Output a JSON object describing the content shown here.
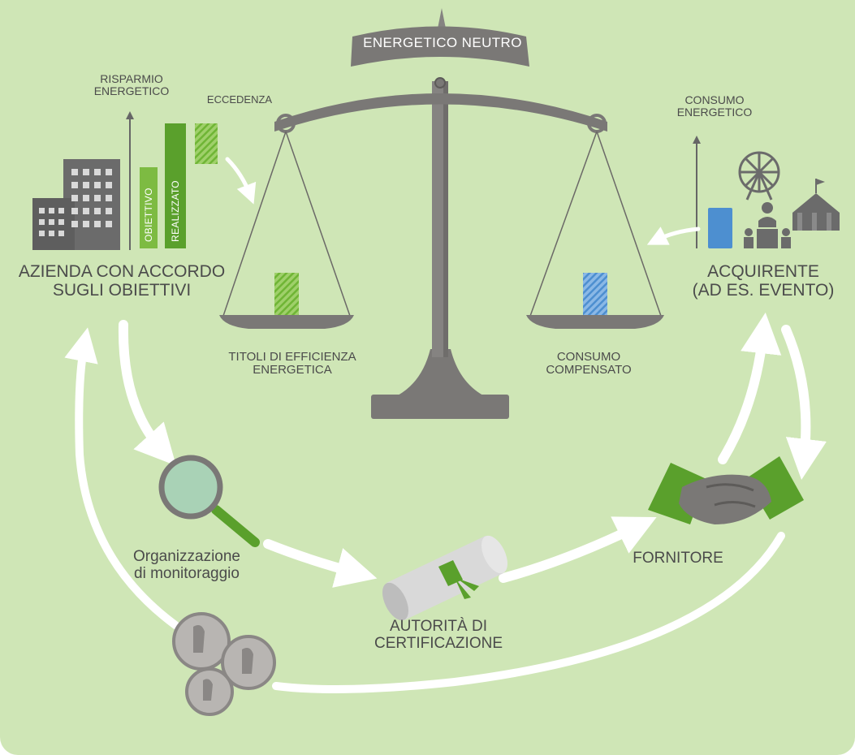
{
  "scale_title": "ENERGETICO NEUTRO",
  "left_actor": {
    "axis_label": [
      "RISPARMIO",
      "ENERGETICO"
    ],
    "excess_label": "ECCEDENZA",
    "bar_target": "OBIETTIVO",
    "bar_achieved": "REALIZZATO",
    "name": [
      "AZIENDA CON ACCORDO",
      "SUGLI OBIETTIVI"
    ],
    "colors": {
      "bar": "#7dbb42",
      "building": "#6b6b6b"
    }
  },
  "right_actor": {
    "axis_label": [
      "CONSUMO",
      "ENERGETICO"
    ],
    "name": [
      "ACQUIRENTE",
      "(AD ES. EVENTO)"
    ],
    "colors": {
      "bar": "#4d8fd0"
    }
  },
  "left_pan_label": [
    "TITOLI DI EFFICIENZA",
    "ENERGETICA"
  ],
  "right_pan_label": [
    "CONSUMO",
    "COMPENSATO"
  ],
  "monitoring_label": [
    "Organizzazione",
    "di monitoraggio"
  ],
  "certification_label": [
    "AUTORITÀ DI",
    "CERTIFICAZIONE"
  ],
  "supplier_label": "FORNITORE",
  "icons": [
    "building-icon",
    "ferris-wheel-icon",
    "speaker-icon",
    "tent-icon",
    "magnifier-icon",
    "certificate-scroll-icon",
    "handshake-icon",
    "coins-icon"
  ],
  "colors": {
    "background": "#cfe6b6",
    "scale": "#7a7876",
    "arrow": "#ffffff",
    "text": "#4b4b4b",
    "green": "#5aa02c"
  }
}
